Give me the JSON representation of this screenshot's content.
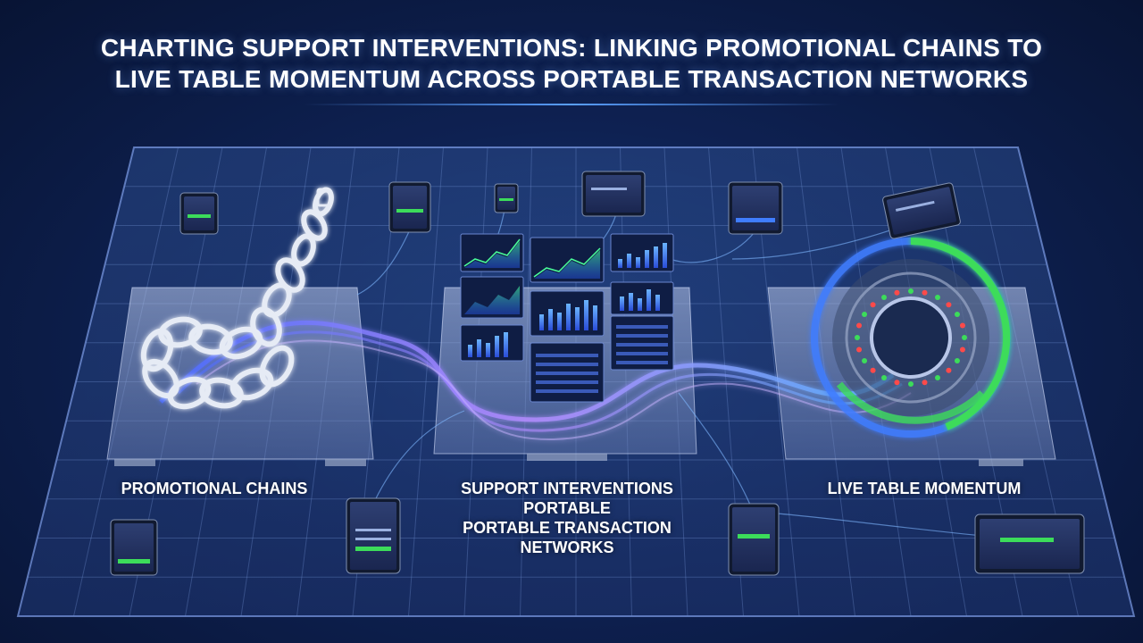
{
  "title": {
    "line1": "CHARTING SUPPORT INTERVENTIONS: LINKING PROMOTIONAL CHAINS TO",
    "line2": "LIVE TABLE MOMENTUM ACROSS PORTABLE TRANSACTION NETWORKS"
  },
  "labels": {
    "promotional_chains": "PROMOTIONAL CHAINS",
    "support_line1": "SUPPORT INTERVENTIONS",
    "support_line2": "PORTABLE",
    "support_line3": "PORTABLE TRANSACTION",
    "support_line4": "NETWORKS",
    "live_table_momentum": "LIVE TABLE MOMENTUM"
  },
  "colors": {
    "background": "#0e2152",
    "grid": "#6f8fd0",
    "flow": "#7f9bff",
    "accent_green": "#3cdc5a",
    "accent_blue": "#3f7dff",
    "accent_red": "#ff4a4a"
  },
  "icons": [
    "chain-icon",
    "smartphone-icon",
    "tablet-icon",
    "roulette-table-icon",
    "line-chart-icon",
    "bar-chart-icon",
    "list-panel-icon"
  ]
}
